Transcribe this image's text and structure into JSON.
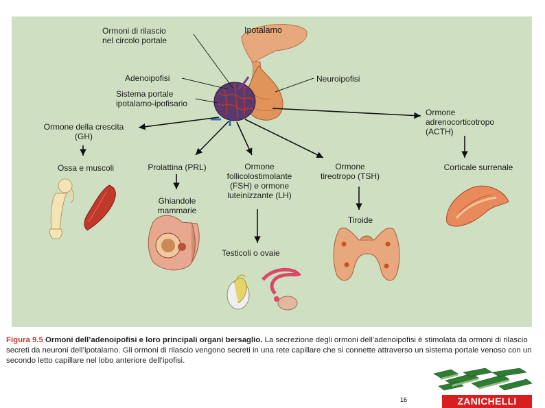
{
  "figure": {
    "labels": {
      "ipotalamo": "Ipotalamo",
      "ormoni_rilascio": "Ormoni di rilascio\nnel circolo portale",
      "adenoipofisi": "Adenoipofisi",
      "sistema_portale": "Sistema portale\nipotalamo-ipofisario",
      "neuroipofisi": "Neuroipofisi",
      "gh": "Ormone della crescita\n(GH)",
      "acth": "Ormone\nadrenocorticotropo\n(ACTH)",
      "prl": "Prolattina (PRL)",
      "fsh_lh": "Ormone\nfollicolostimolante\n(FSH) e ormone\nluteinizzante (LH)",
      "tsh": "Ormone\ntireotropo (TSH)",
      "ossa_muscoli": "Ossa e muscoli",
      "ghiandole": "Ghiandole\nmammarie",
      "testicoli": "Testicoli o ovaie",
      "tiroide": "Tiroide",
      "surrenale": "Corticale surrenale"
    }
  },
  "caption": {
    "label": "Figura 9.5",
    "title": "Ormoni dell’adenoipofisi e loro principali organi bersaglio.",
    "body": "La secrezione degli ormoni dell’adenoipofisi è stimolata da ormoni di rilascio secreti da neuroni dell’ipotalamo. Gli ormoni di rilascio vengono secreti in una rete capillare che si connette attraverso un sistema portale venoso con un secondo letto capillare nel lobo anteriore dell’ipofisi."
  },
  "footer": {
    "page_number": "16",
    "publisher": "ZANICHELLI"
  },
  "colors": {
    "figure_bg": "#cfe0c2",
    "adenohypophysis": "#5a3a6e",
    "neurohypophysis": "#e0945a",
    "vessels": "#c0392b",
    "publisher_red": "#d81e1e",
    "caption_label": "#c0392b"
  }
}
